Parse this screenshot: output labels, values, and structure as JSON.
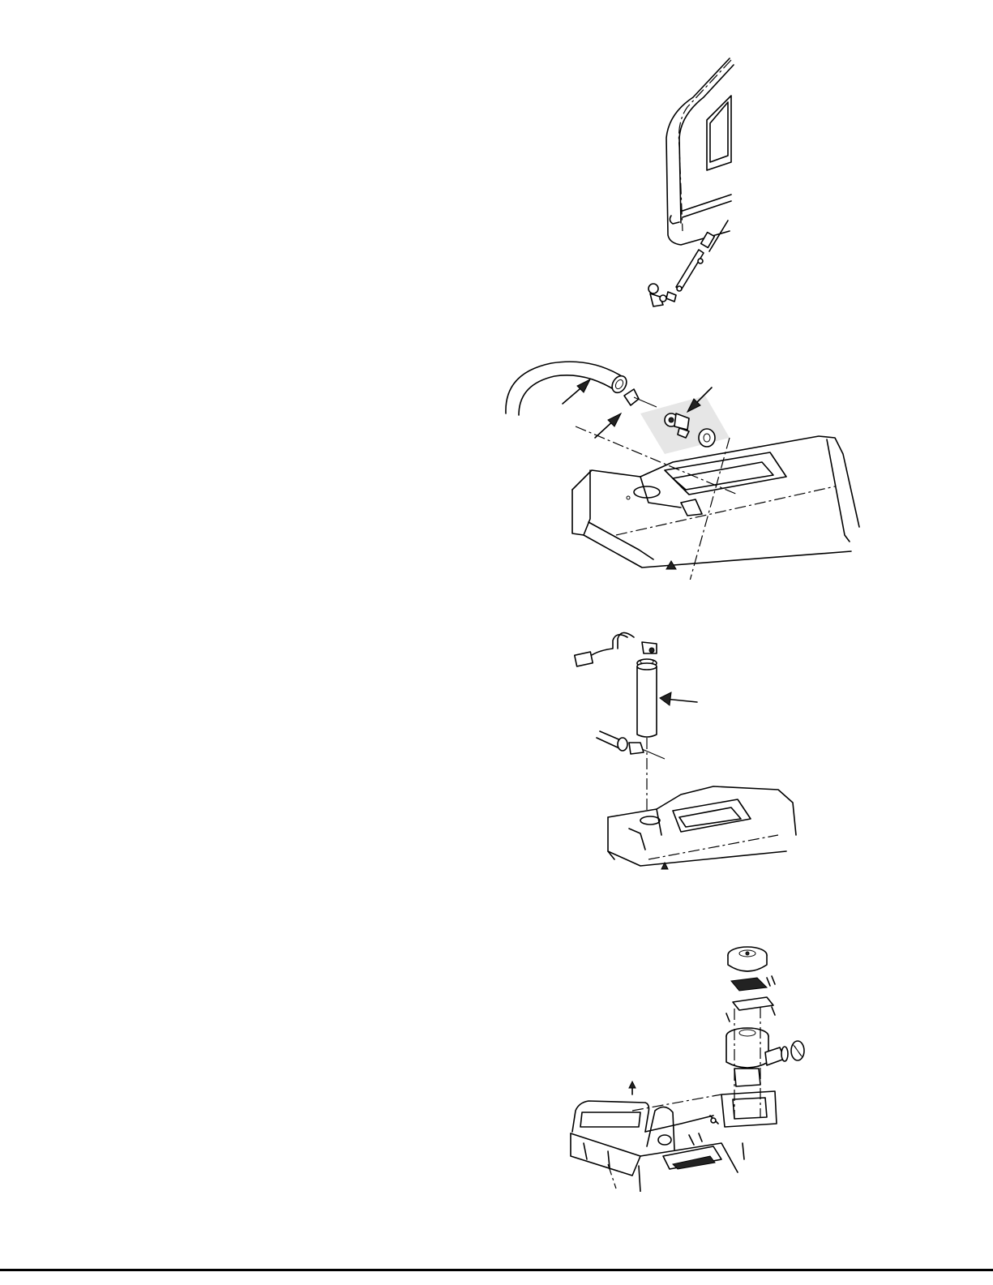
{
  "page": {
    "background": "#ffffff",
    "ink": "#000000"
  },
  "figures": [
    {
      "icon": "cab-door-wiper-linkage-drawing",
      "arrows": 0
    },
    {
      "icon": "tank-hose-fitting-drawing",
      "arrows": 3
    },
    {
      "icon": "tank-filter-sensor-drawing",
      "arrows": 1
    },
    {
      "icon": "pump-motor-assembly-drawing",
      "arrows": 0
    }
  ]
}
